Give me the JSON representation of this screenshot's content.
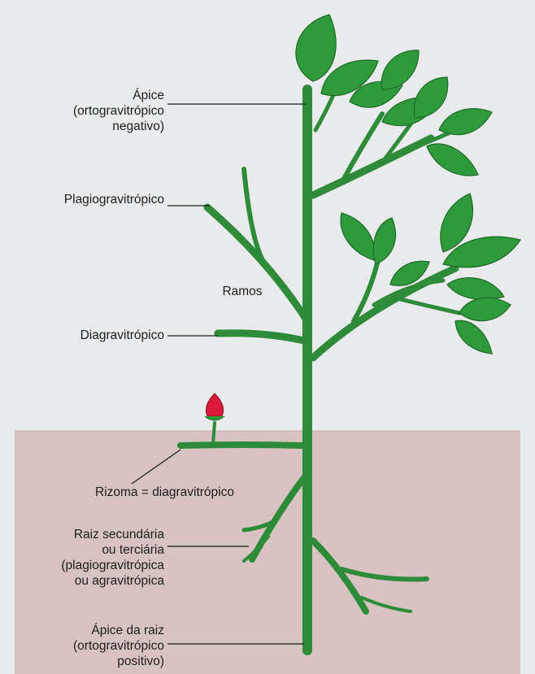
{
  "colors": {
    "background": "#e8eaeb",
    "soil": "#d8c3c3",
    "stem": "#2e8b3a",
    "leaf": "#2f9a3b",
    "leaf_vein": "#1e6b27",
    "bud": "#d81b3a",
    "leader_line": "#1d1d1d",
    "text": "#1d1d1d"
  },
  "labels": {
    "apice": [
      "Ápice",
      "(ortogravitrópico",
      "negativo)"
    ],
    "plagio": "Plagiogravitrópico",
    "ramos": "Ramos",
    "diagra": "Diagravitrópico",
    "rizoma": "Rizoma = diagravitrópico",
    "raiz_sec": [
      "Raiz secundária",
      "ou terciária",
      "(plagiogravitrópica",
      "ou agravitrópica"
    ],
    "apice_raiz": [
      "Ápice da raiz",
      "(ortogravitrópico",
      "positivo)"
    ]
  }
}
